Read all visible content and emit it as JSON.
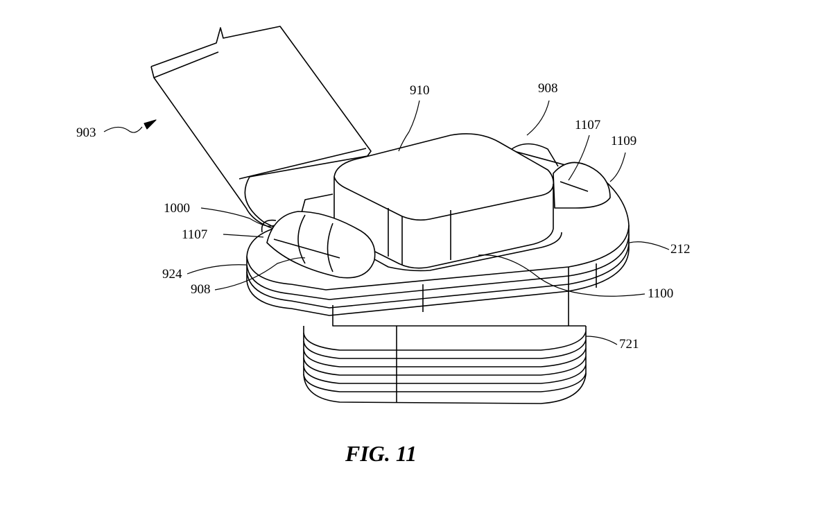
{
  "figure": {
    "caption": "FIG. 11",
    "reference_numerals": {
      "strap_assembly": "903",
      "module_top": "910",
      "lobe_right": "908",
      "slot_right": "1107",
      "rim": "1109",
      "wire": "1000",
      "slot_left": "1107",
      "edge": "924",
      "lobe_left": "908",
      "housing": "212",
      "seam": "1100",
      "threaded_base": "721"
    }
  }
}
